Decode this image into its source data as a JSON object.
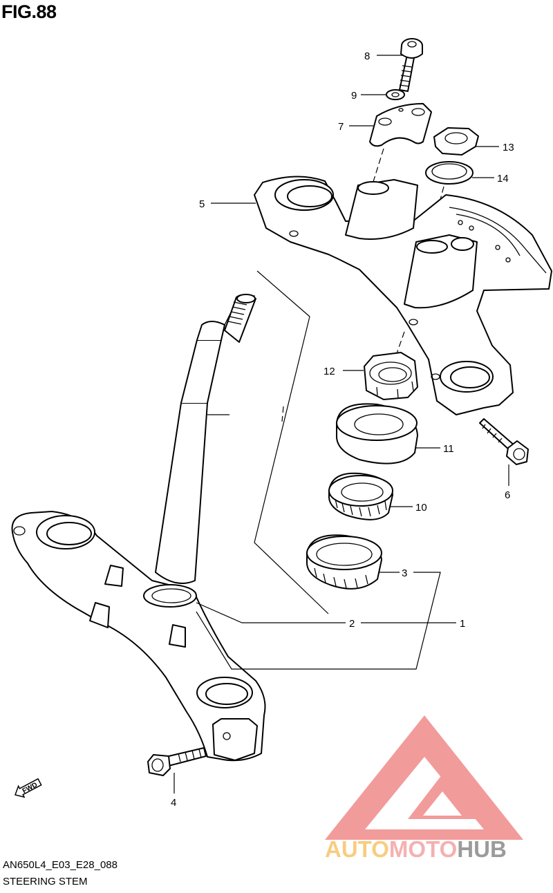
{
  "figure": {
    "title": "FIG.88",
    "code": "AN650L4_E03_E28_088",
    "name": "STEERING STEM"
  },
  "callouts": [
    {
      "id": "8",
      "label": "8"
    },
    {
      "id": "9",
      "label": "9"
    },
    {
      "id": "7",
      "label": "7"
    },
    {
      "id": "13",
      "label": "13"
    },
    {
      "id": "14",
      "label": "14"
    },
    {
      "id": "5",
      "label": "5"
    },
    {
      "id": "12",
      "label": "12"
    },
    {
      "id": "11",
      "label": "11"
    },
    {
      "id": "6",
      "label": "6"
    },
    {
      "id": "10",
      "label": "10"
    },
    {
      "id": "3",
      "label": "3"
    },
    {
      "id": "2",
      "label": "2"
    },
    {
      "id": "1",
      "label": "1"
    },
    {
      "id": "4",
      "label": "4"
    }
  ],
  "direction_marker": {
    "label": "FWD",
    "icon": "fwd-arrow-icon"
  },
  "watermark": {
    "text_parts": [
      "AUTO",
      "MOTO",
      "HUB"
    ],
    "colors": {
      "auto": "#f7c56b",
      "moto": "#f4a3a3",
      "hub": "#8a8a8a",
      "triangle": "#f07f7f"
    }
  }
}
